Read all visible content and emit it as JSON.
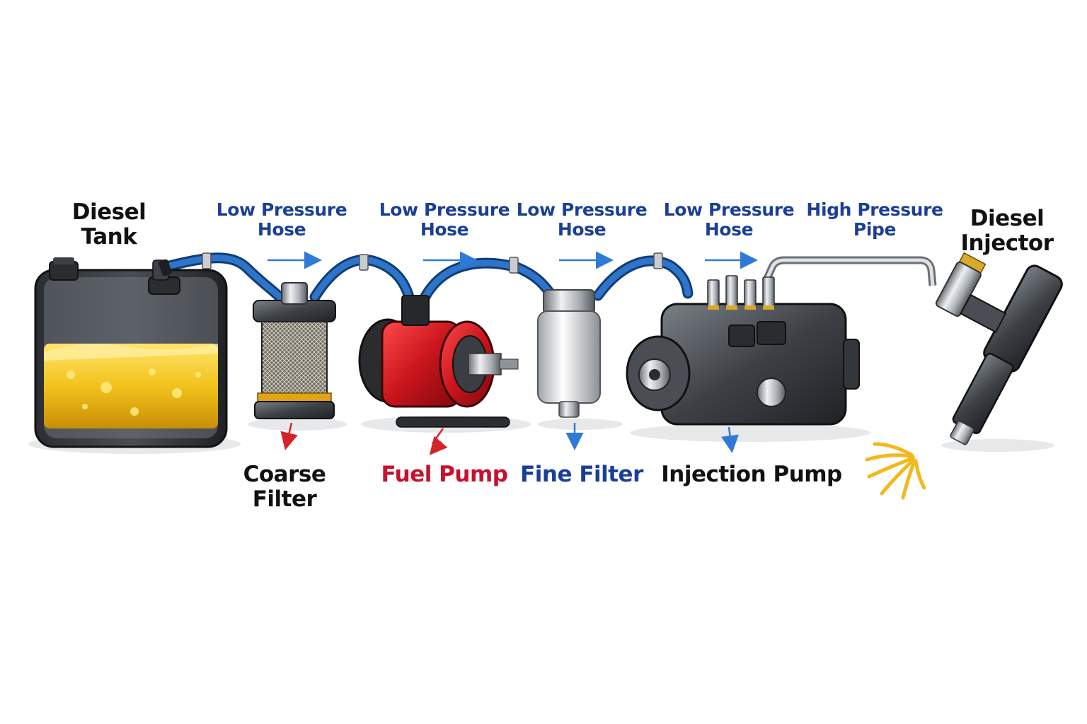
{
  "colors": {
    "component_label": "#111111",
    "fuel_pump_label": "#c8102e",
    "hose_label": "#1a3f96",
    "fine_filter_label": "#1a3f96",
    "hose": "#1f63b5",
    "flow_arrow": "#2f7ad8",
    "drain_arrow_red": "#d6232a",
    "drain_arrow_blue": "#2f7ad8",
    "diesel": "#f2c21c",
    "pump_body_red": "#c9141c"
  },
  "components": {
    "tank": [
      "Diesel",
      "Tank"
    ],
    "coarse_filter": [
      "Coarse",
      "Filter"
    ],
    "fuel_pump": [
      "Fuel Pump"
    ],
    "fine_filter": [
      "Fine Filter"
    ],
    "injection_pump": [
      "Injection Pump"
    ],
    "injector": [
      "Diesel",
      "Injector"
    ]
  },
  "connections": [
    {
      "label": [
        "Low Pressure",
        "Hose"
      ]
    },
    {
      "label": [
        "Low Pressure",
        "Hose"
      ]
    },
    {
      "label": [
        "Low Pressure",
        "Hose"
      ]
    },
    {
      "label": [
        "Low Pressure",
        "Hose"
      ]
    },
    {
      "label": [
        "High Pressure",
        "Pipe"
      ]
    }
  ]
}
